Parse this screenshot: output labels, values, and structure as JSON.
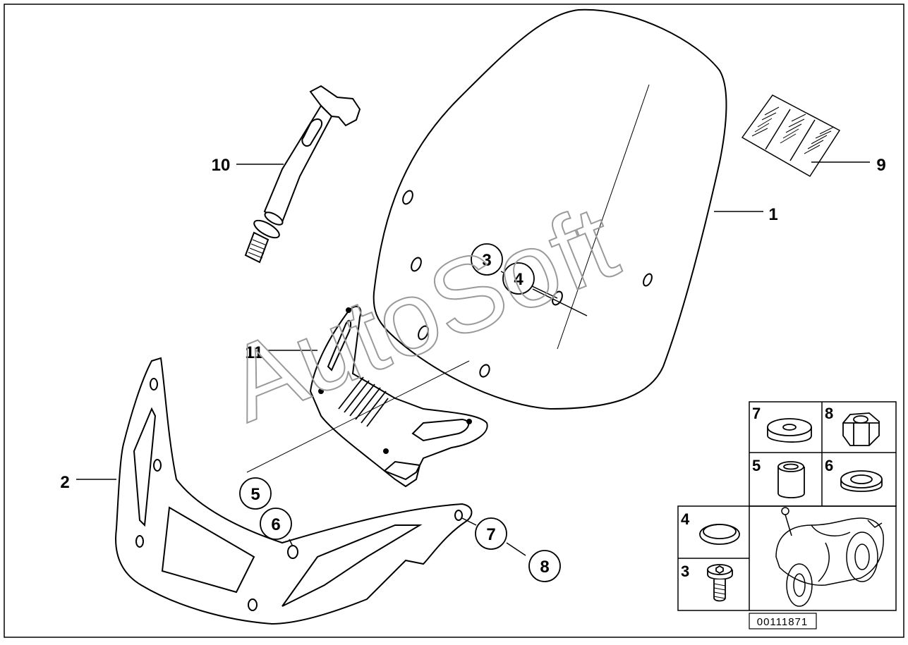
{
  "diagram": {
    "watermark": "AutoSoft",
    "reference_code": "00111871",
    "callouts": {
      "c1": "1",
      "c2": "2",
      "c3": "3",
      "c4": "4",
      "c5": "5",
      "c6": "6",
      "c7": "7",
      "c8": "8",
      "c9": "9",
      "c10": "10",
      "c11": "11"
    },
    "detail_tiles": {
      "t7": "7",
      "t8": "8",
      "t5": "5",
      "t6": "6",
      "t4": "4",
      "t3": "3"
    },
    "icons": {
      "windshield": "windshield-icon",
      "bolt": "adjuster-bolt-icon",
      "bracket": "mounting-bracket-icon",
      "fairing": "fairing-trim-icon",
      "label_sheet": "label-sheet-icon",
      "washer": "washer-icon",
      "nut": "hex-nut-icon",
      "sleeve": "spacer-sleeve-icon",
      "grommet": "rubber-grommet-icon",
      "ring": "o-ring-icon",
      "screw": "screw-icon",
      "motorcycle": "motorcycle-icon"
    }
  }
}
